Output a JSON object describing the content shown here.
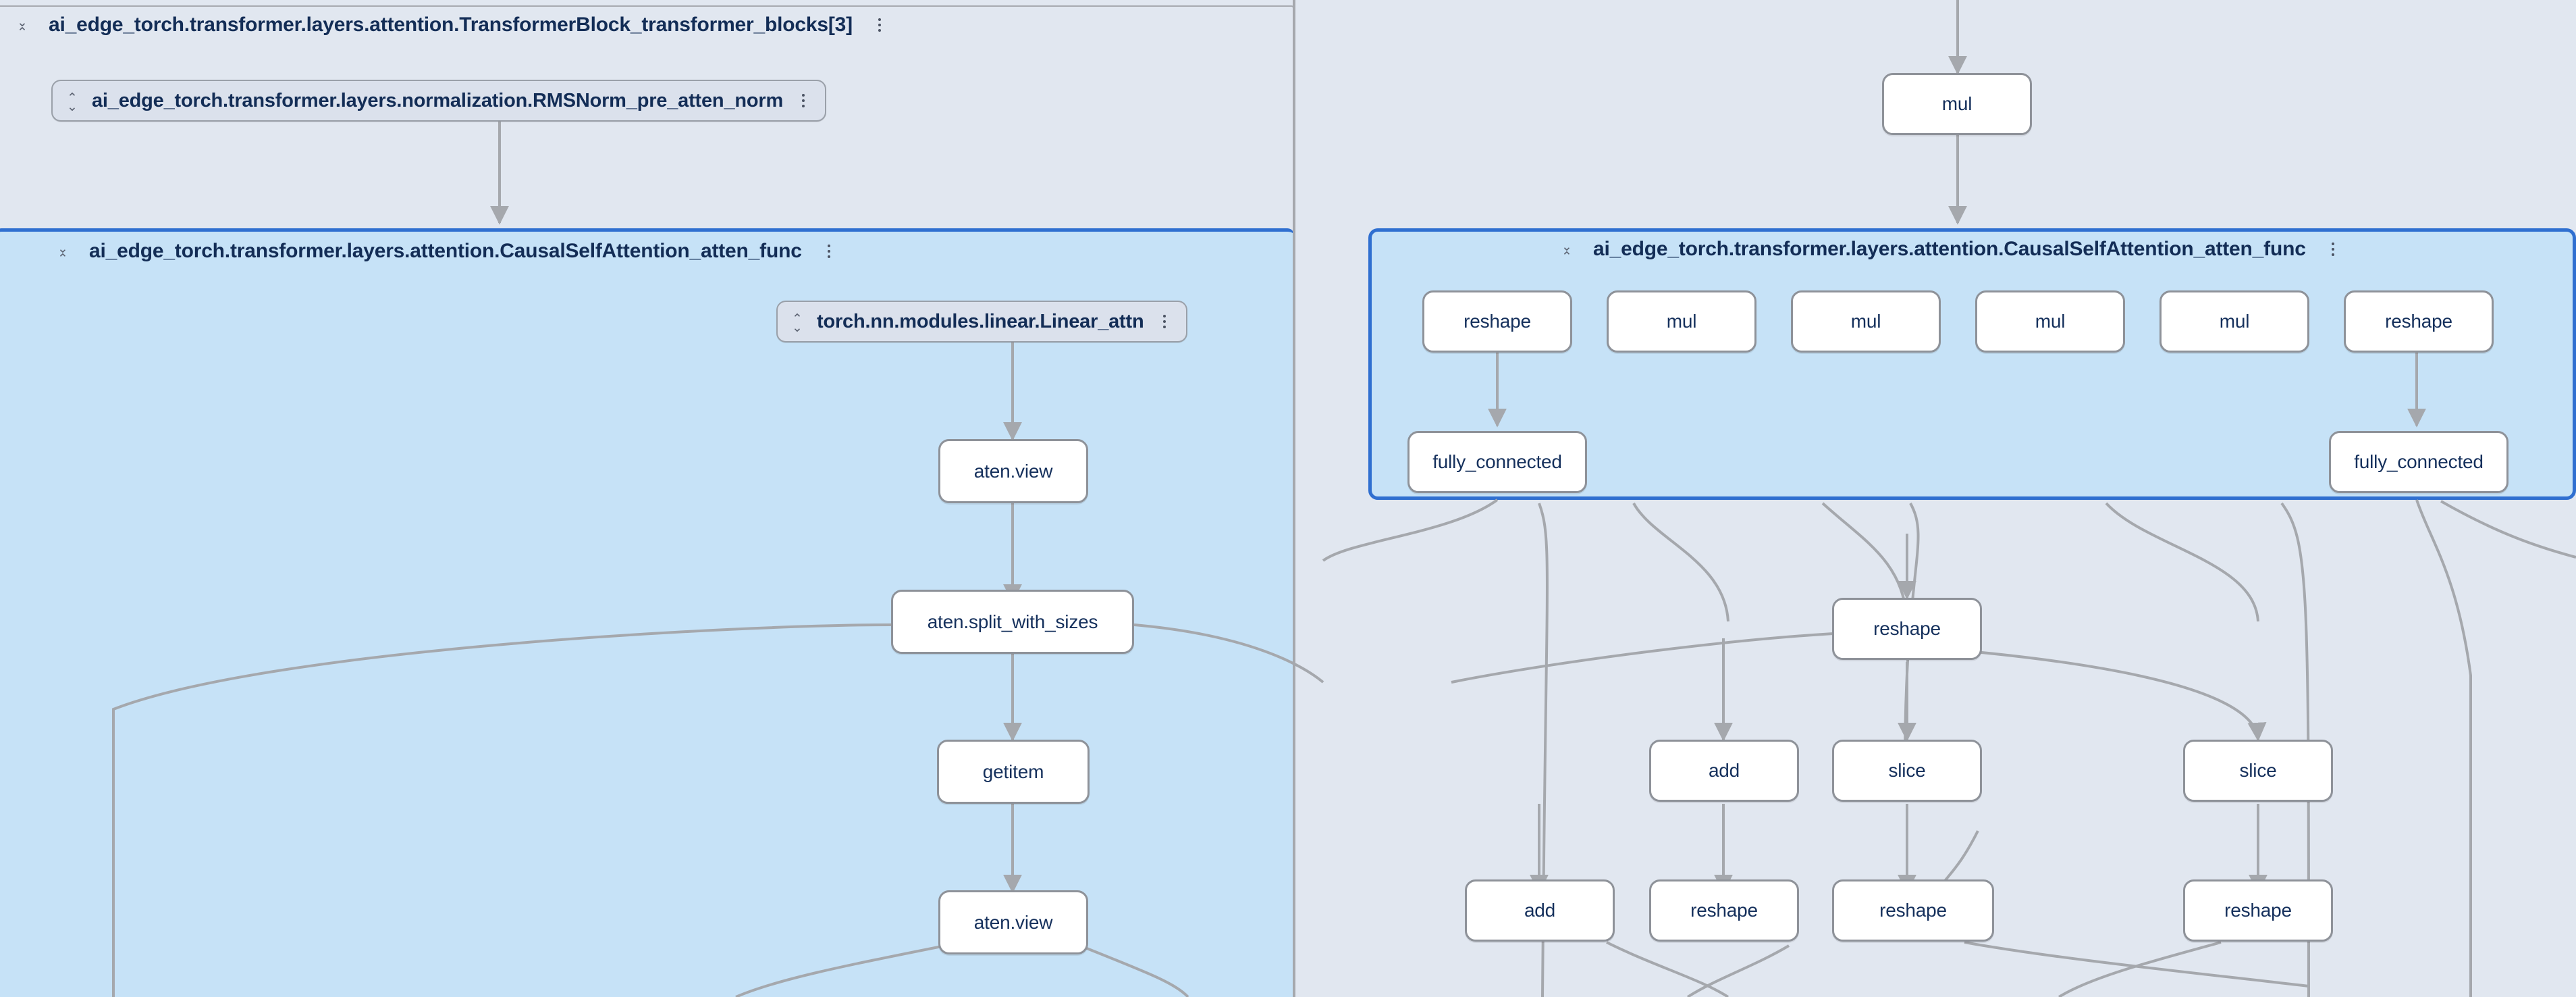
{
  "app": {
    "kind": "model-graph-viewer",
    "background_color": "#e1e7f0",
    "group_fill_color": "#c6e2f7",
    "group_border_color": "#2f6fd0",
    "node_fill_color": "#ffffff",
    "node_border_color": "#8e9299",
    "text_color": "#15305c"
  },
  "panels": {
    "left": {
      "name": "left-graph-panel",
      "header": {
        "title": "ai_edge_torch.transformer.layers.attention.TransformerBlock_transformer_blocks[3]",
        "collapse_icon": "collapse-chevrons-icon",
        "menu_icon": "kebab-menu-icon"
      },
      "layers": [
        {
          "id": "rmsnorm",
          "label": "ai_edge_torch.transformer.layers.normalization.RMSNorm_pre_atten_norm",
          "expand_icon": "expand-chevrons-icon",
          "menu_icon": "kebab-menu-icon"
        },
        {
          "id": "linear-attn",
          "label": "torch.nn.modules.linear.Linear_attn",
          "expand_icon": "expand-chevrons-icon",
          "menu_icon": "kebab-menu-icon"
        }
      ],
      "group": {
        "id": "causal-self-attention-left",
        "title": "ai_edge_torch.transformer.layers.attention.CausalSelfAttention_atten_func",
        "collapse_icon": "collapse-chevrons-icon",
        "menu_icon": "kebab-menu-icon"
      },
      "ops": [
        {
          "id": "l-view-1",
          "label": "aten.view"
        },
        {
          "id": "l-split",
          "label": "aten.split_with_sizes"
        },
        {
          "id": "l-getitem",
          "label": "getitem"
        },
        {
          "id": "l-view-2",
          "label": "aten.view"
        }
      ]
    },
    "right": {
      "name": "right-graph-panel",
      "group": {
        "id": "causal-self-attention-right",
        "title": "ai_edge_torch.transformer.layers.attention.CausalSelfAttention_atten_func",
        "collapse_icon": "collapse-chevrons-icon",
        "menu_icon": "kebab-menu-icon"
      },
      "ops": [
        {
          "id": "r-mul-top",
          "label": "mul"
        },
        {
          "id": "r-reshape-1",
          "label": "reshape"
        },
        {
          "id": "r-mul-1",
          "label": "mul"
        },
        {
          "id": "r-mul-2",
          "label": "mul"
        },
        {
          "id": "r-mul-3",
          "label": "mul"
        },
        {
          "id": "r-mul-4",
          "label": "mul"
        },
        {
          "id": "r-reshape-2",
          "label": "reshape"
        },
        {
          "id": "r-fc-1",
          "label": "fully_connected"
        },
        {
          "id": "r-fc-2",
          "label": "fully_connected"
        },
        {
          "id": "r-reshape-3",
          "label": "reshape"
        },
        {
          "id": "r-add-1",
          "label": "add"
        },
        {
          "id": "r-slice-1",
          "label": "slice"
        },
        {
          "id": "r-slice-2",
          "label": "slice"
        },
        {
          "id": "r-add-2",
          "label": "add"
        },
        {
          "id": "r-reshape-4",
          "label": "reshape"
        },
        {
          "id": "r-reshape-5",
          "label": "reshape"
        },
        {
          "id": "r-reshape-6",
          "label": "reshape"
        }
      ]
    }
  }
}
